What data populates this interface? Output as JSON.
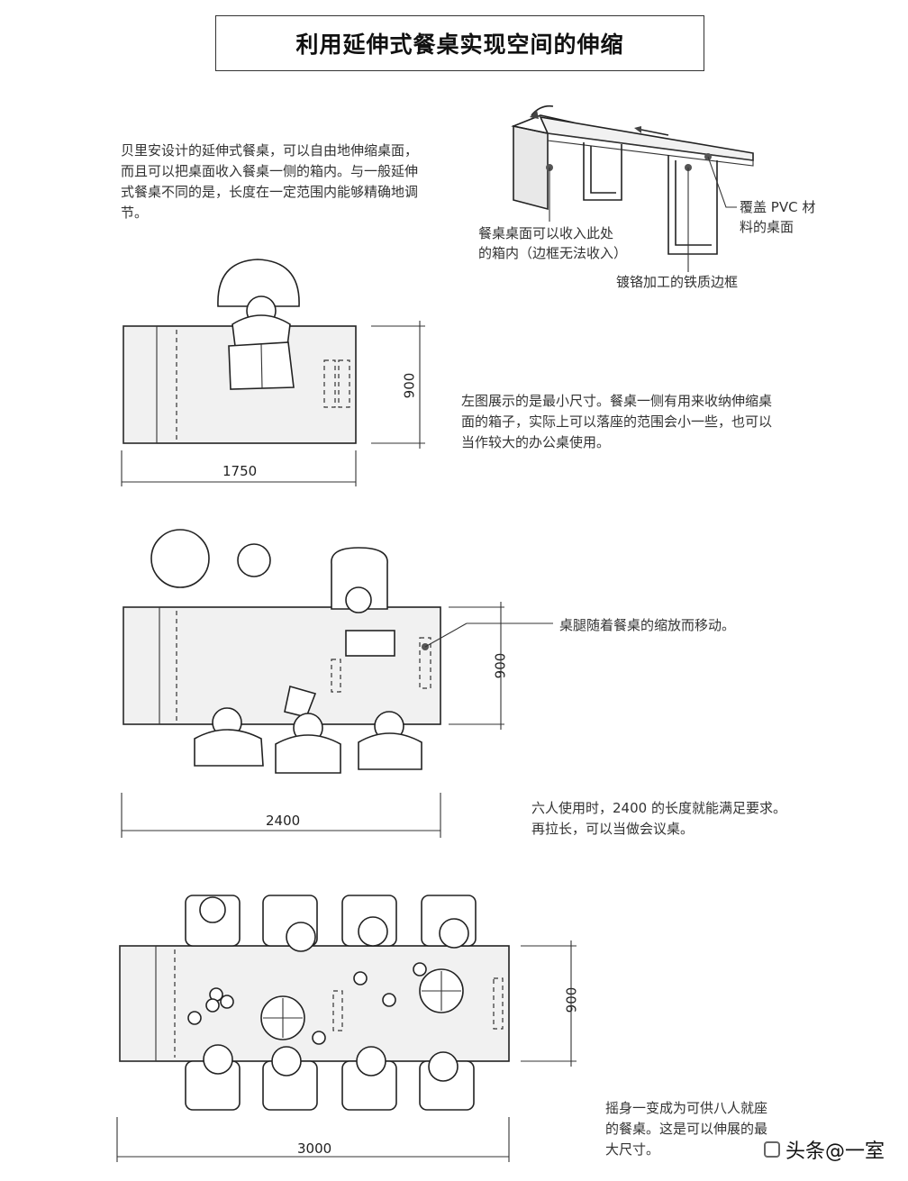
{
  "title": "利用延伸式餐桌实现空间的伸缩",
  "intro_text": "贝里安设计的延伸式餐桌，可以自由地伸缩桌面，而且可以把桌面收入餐桌一侧的箱内。与一般延伸式餐桌不同的是，长度在一定范围内能够精确地调节。",
  "callouts": {
    "box": "餐桌桌面可以收入此处\n的箱内（边框无法收入）",
    "pvc": "覆盖 PVC 材\n料的桌面",
    "frame": "镀铬加工的铁质边框",
    "legs": "桌腿随着餐桌的缩放而移动。"
  },
  "notes": {
    "min": "左图展示的是最小尺寸。餐桌一侧有用来收纳伸缩桌面的箱子，实际上可以落座的范围会小一些，也可以当作较大的办公桌使用。",
    "six": "六人使用时，2400 的长度就能满足要求。再拉长，可以当做会议桌。",
    "eight": "摇身一变成为可供八人就座的餐桌。这是可以伸展的最大尺寸。"
  },
  "dimensions": {
    "table1": {
      "length": "1750",
      "width": "900"
    },
    "table2": {
      "length": "2400",
      "width": "900"
    },
    "table3": {
      "length": "3000",
      "width": "900"
    }
  },
  "watermark": {
    "icon": "watermark-logo-icon",
    "text": "头条@一室"
  }
}
